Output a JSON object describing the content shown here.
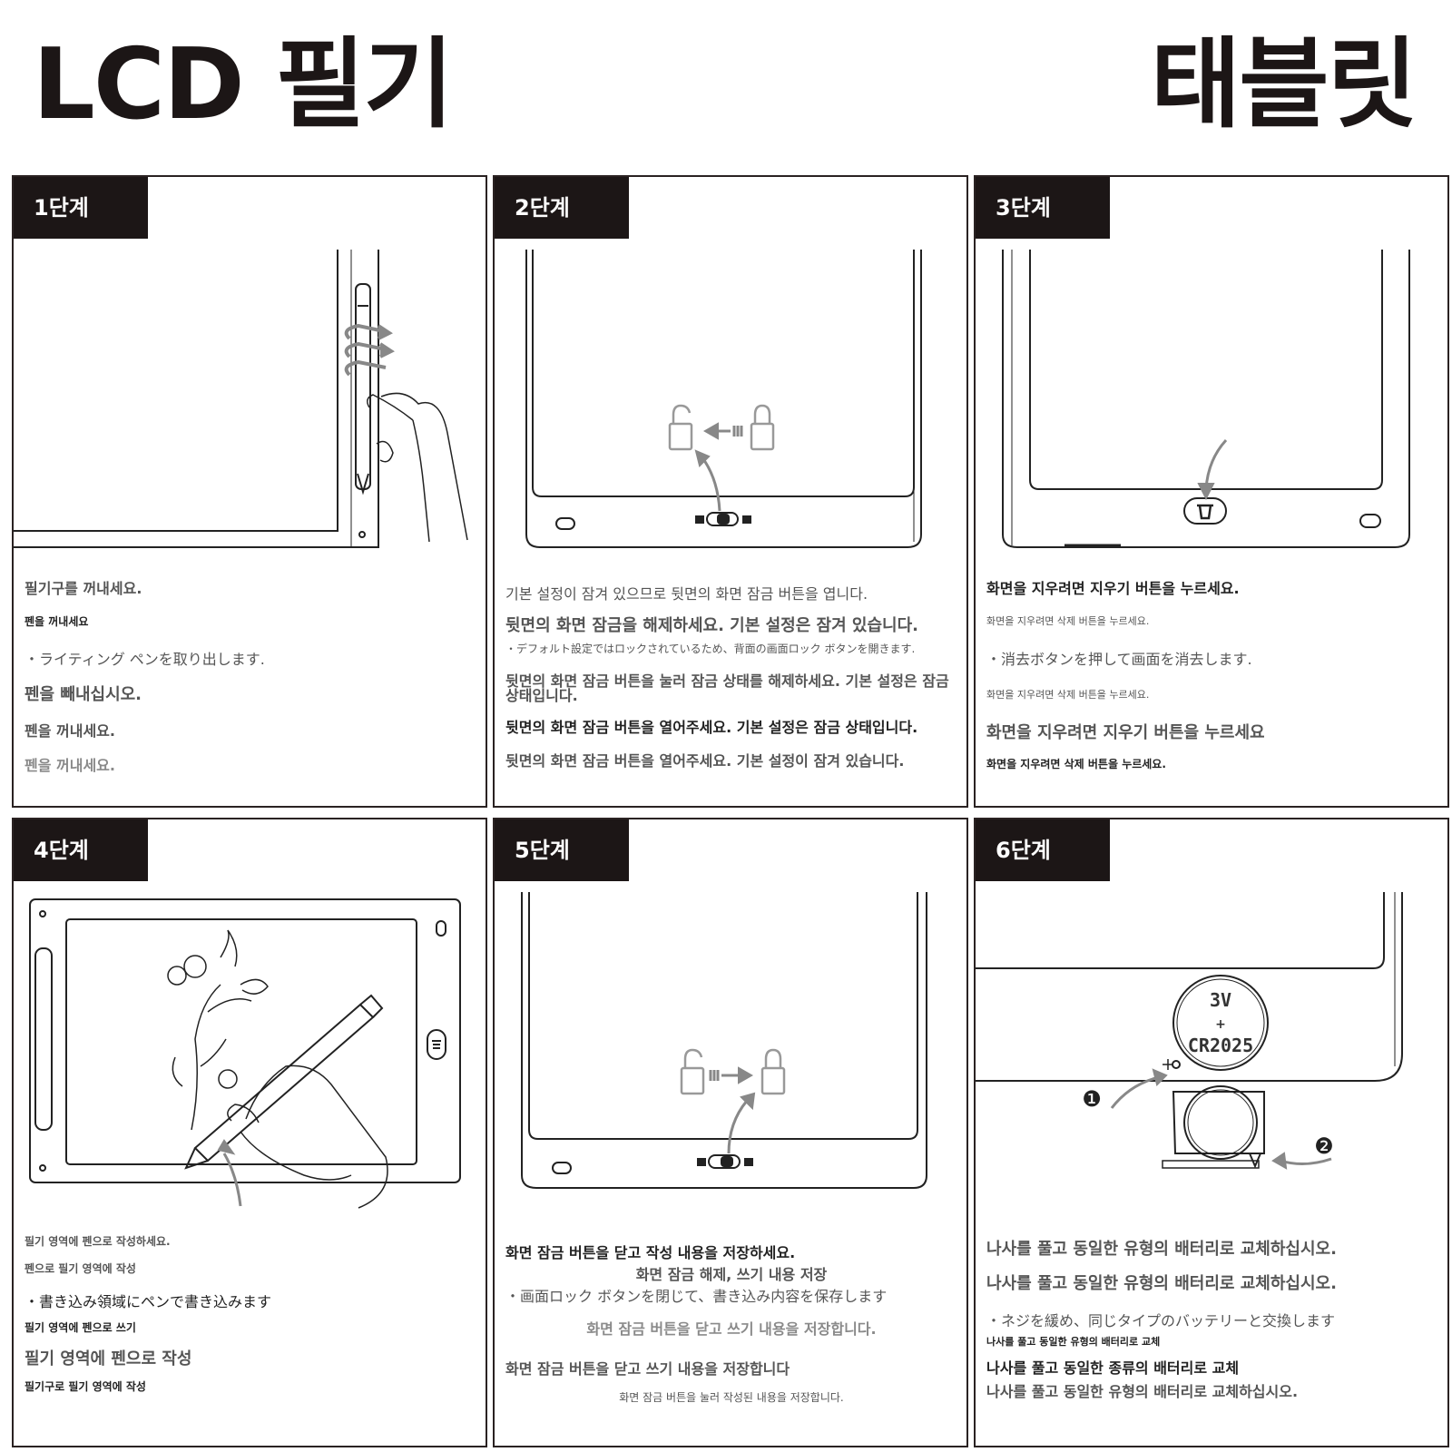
{
  "header": {
    "title_left": "LCD 필기",
    "title_right": "태블릿"
  },
  "steps": [
    {
      "label": "1단계",
      "lines": [
        "필기구를 꺼내세요.",
        "펜을 꺼내세요",
        "・ライティング ペンを取り出します.",
        "펜을 빼내십시오.",
        "펜을 꺼내세요.",
        "펜을 꺼내세요."
      ]
    },
    {
      "label": "2단계",
      "lines": [
        "기본 설정이 잠겨 있으므로 뒷면의 화면 잠금 버튼을 엽니다.",
        "뒷면의 화면 잠금을 해제하세요. 기본 설정은 잠겨 있습니다.",
        "・デフォルト設定ではロックされているため、背面の画面ロック ボタンを開きます.",
        "뒷면의 화면 잠금 버튼을 눌러 잠금 상태를 해제하세요. 기본 설정은 잠금 상태입니다.",
        "뒷면의 화면 잠금 버튼을 열어주세요. 기본 설정은 잠금 상태입니다.",
        "뒷면의 화면 잠금 버튼을 열어주세요. 기본 설정이 잠겨 있습니다."
      ]
    },
    {
      "label": "3단계",
      "lines": [
        "화면을 지우려면 지우기 버튼을 누르세요.",
        "화면을 지우려면 삭제 버튼을 누르세요.",
        "・消去ボタンを押して画面を消去します.",
        "화면을 지우려면 삭제 버튼을 누르세요.",
        "화면을 지우려면 지우기 버튼을 누르세요",
        "화면을 지우려면 삭제 버튼을 누르세요."
      ]
    },
    {
      "label": "4단계",
      "lines": [
        "필기 영역에 펜으로 작성하세요.",
        "펜으로 필기 영역에 작성",
        "・書き込み領域にペンで書き込みます",
        "필기 영역에 펜으로 쓰기",
        "필기 영역에 펜으로 작성",
        "필기구로 필기 영역에 작성"
      ]
    },
    {
      "label": "5단계",
      "lines": [
        "화면 잠금 버튼을 닫고 작성 내용을 저장하세요.",
        "화면 잠금 해제, 쓰기 내용 저장",
        "・画面ロック ボタンを閉じて、書き込み内容を保存します",
        "화면 잠금 버튼을 닫고 쓰기 내용을 저장합니다.",
        "화면 잠금 버튼을 닫고 쓰기 내용을 저장합니다",
        "화면 잠금 버튼을 눌러 작성된 내용을 저장합니다."
      ]
    },
    {
      "label": "6단계",
      "battery_voltage": "3V",
      "battery_plus": "+",
      "battery_model": "CR2025",
      "callout_1": "❶",
      "callout_2": "❷",
      "lines": [
        "나사를 풀고 동일한 유형의 배터리로 교체하십시오.",
        "나사를 풀고 동일한 유형의 배터리로 교체하십시오.",
        "・ネジを緩め、同じタイプのバッテリーと交換します",
        "나사를 풀고 동일한 유형의 배터리로 교체",
        "나사를 풀고 동일한 종류의 배터리로 교체",
        "나사를 풀고 동일한 유형의 배터리로 교체하십시오."
      ]
    }
  ]
}
